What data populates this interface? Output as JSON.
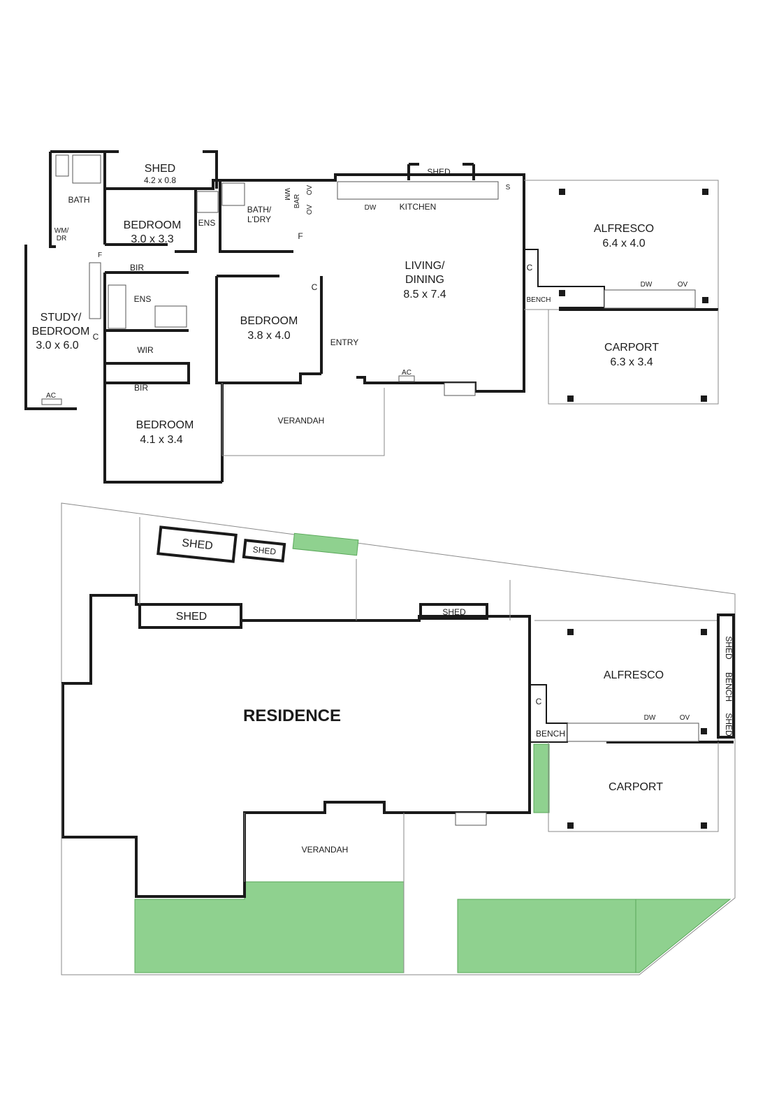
{
  "floor_plan": {
    "rooms": {
      "shed_top": "SHED",
      "shed_top_dim": "4.2 x 0.8",
      "bath": "BATH",
      "wm_dr": "WM/\nDR",
      "bedroom1": "BEDROOM",
      "bedroom1_dim": "3.0 x 3.3",
      "ens1": "ENS",
      "bath_ldry": "BATH/\nL'DRY",
      "wm": "WM",
      "bar": "BAR",
      "ov1": "OV",
      "ov2": "OV",
      "f1": "F",
      "f2": "F",
      "kitchen": "KITCHEN",
      "dw1": "DW",
      "s": "S",
      "shed_kitchen": "SHED",
      "alfresco": "ALFRESCO",
      "alfresco_dim": "6.4 x 4.0",
      "c1": "C",
      "bench1": "BENCH",
      "dw2": "DW",
      "ov3": "OV",
      "living": "LIVING/\nDINING",
      "living_dim": "8.5 x 7.4",
      "c2": "C",
      "bir1": "BIR",
      "ens2": "ENS",
      "c3": "C",
      "wir": "WIR",
      "bir2": "BIR",
      "bedroom2": "BEDROOM",
      "bedroom2_dim": "3.8 x 4.0",
      "entry": "ENTRY",
      "ac1": "AC",
      "study": "STUDY/\nBEDROOM",
      "study_dim": "3.0 x 6.0",
      "ac2": "AC",
      "bedroom3": "BEDROOM",
      "bedroom3_dim": "4.1 x 3.4",
      "verandah": "VERANDAH",
      "carport": "CARPORT",
      "carport_dim": "6.3 x 3.4"
    }
  },
  "site_plan": {
    "shed_a": "SHED",
    "shed_b": "SHED",
    "shed_c": "SHED",
    "shed_d": "SHED",
    "residence": "RESIDENCE",
    "alfresco": "ALFRESCO",
    "c": "C",
    "bench": "BENCH",
    "dw": "DW",
    "ov": "OV",
    "shed_e": "SHED",
    "bench_side": "BENCH",
    "shed_f": "SHED",
    "carport": "CARPORT",
    "verandah": "VERANDAH"
  }
}
